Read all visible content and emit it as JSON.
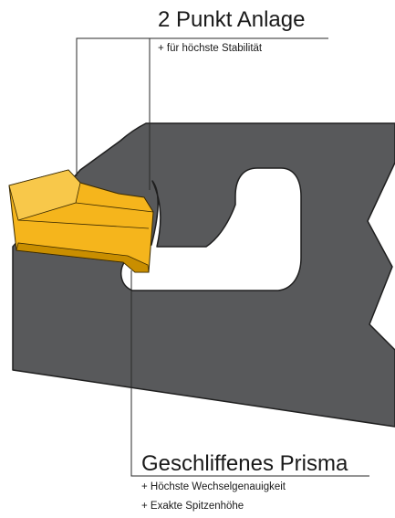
{
  "colors": {
    "holder": "#58595b",
    "holder_edge": "#1f1f1f",
    "insert": "#f5b51c",
    "insert_dark": "#c98e00",
    "leader_line": "#2a2a2a"
  },
  "top_callout": {
    "title": "2 Punkt Anlage",
    "subtitle": "+ für höchste Stabilität"
  },
  "bottom_callout": {
    "title": "Geschliffenes Prisma",
    "bullets": [
      "+ Höchste Wechselgenauigkeit",
      "+ Exakte Spitzenhöhe"
    ]
  }
}
